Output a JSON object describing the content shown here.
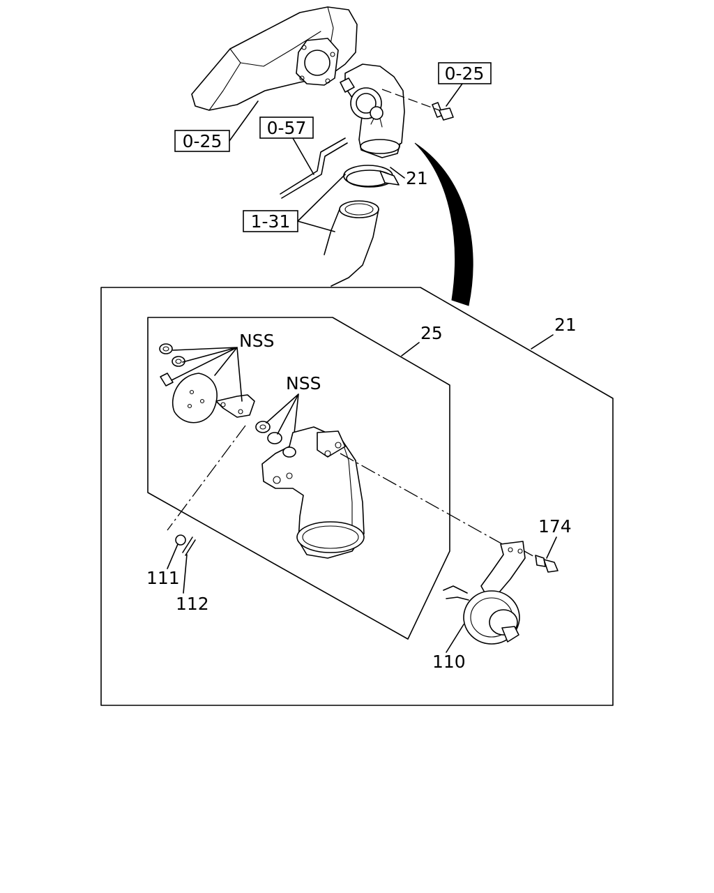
{
  "callouts": {
    "ref_025_top": "0-25",
    "ref_025_left": "0-25",
    "ref_057": "0-57",
    "ref_131": "1-31",
    "part_21_top": "21",
    "part_21_frame": "21",
    "part_25": "25",
    "nss_1": "NSS",
    "nss_2": "NSS",
    "part_174": "174",
    "part_111": "111",
    "part_112": "112",
    "part_110": "110"
  }
}
